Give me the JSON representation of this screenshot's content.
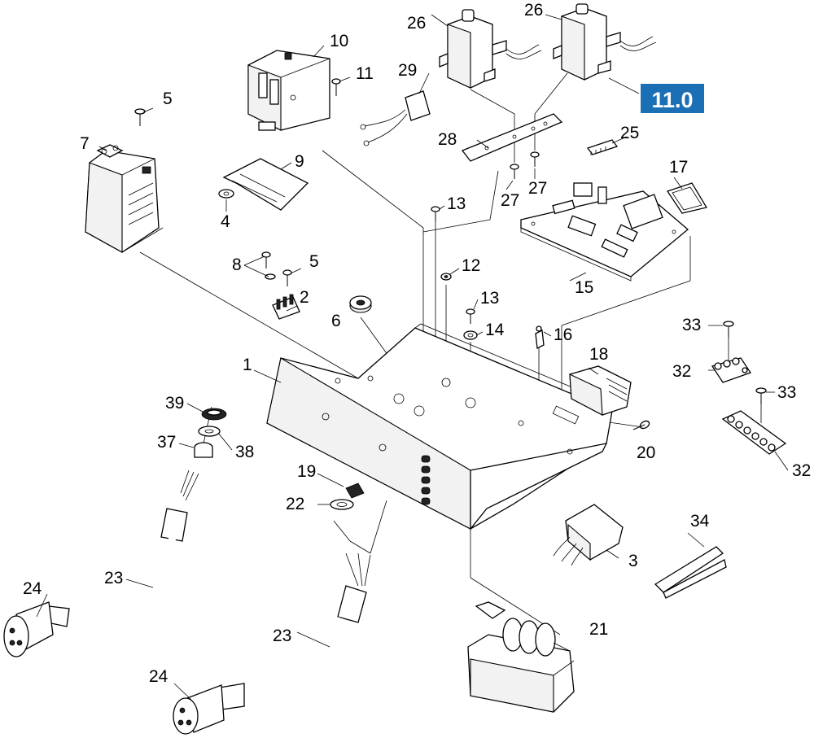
{
  "section_badge": {
    "text": "11.0",
    "color": "#1a6fb5"
  },
  "callouts": {
    "c1": "1",
    "c2": "2",
    "c3": "3",
    "c4": "4",
    "c5a": "5",
    "c5b": "5",
    "c6": "6",
    "c7": "7",
    "c8": "8",
    "c9": "9",
    "c10": "10",
    "c11": "11",
    "c12": "12",
    "c13a": "13",
    "c13b": "13",
    "c14": "14",
    "c15": "15",
    "c16": "16",
    "c17": "17",
    "c18": "18",
    "c19": "19",
    "c20": "20",
    "c21": "21",
    "c22": "22",
    "c23a": "23",
    "c23b": "23",
    "c24a": "24",
    "c24b": "24",
    "c25": "25",
    "c26a": "26",
    "c26b": "26",
    "c27a": "27",
    "c27b": "27",
    "c28": "28",
    "c29": "29",
    "c32a": "32",
    "c32b": "32",
    "c33a": "33",
    "c33b": "33",
    "c34": "34",
    "c37": "37",
    "c38": "38",
    "c39": "39"
  }
}
